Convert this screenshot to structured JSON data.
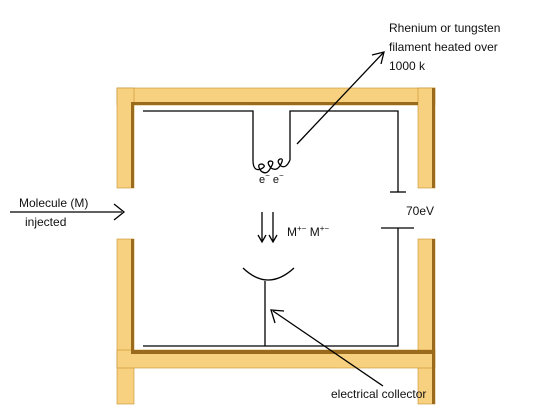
{
  "labels": {
    "filament_line1": "Rhenium or tungsten",
    "filament_line2": "filament heated over",
    "filament_line3": "1000 k",
    "molecule_line1": "Molecule (M)",
    "molecule_line2": "injected",
    "voltage": "70eV",
    "collector": "electrical collector",
    "electron": "e",
    "electron_charge": "−",
    "ion": "M",
    "ion_charge": "+−"
  },
  "colors": {
    "wall_fill": "#f7d080",
    "wall_shadow": "#9a6b1c",
    "wall_edge": "#c98f2c",
    "wire": "#000000",
    "background": "#ffffff"
  }
}
